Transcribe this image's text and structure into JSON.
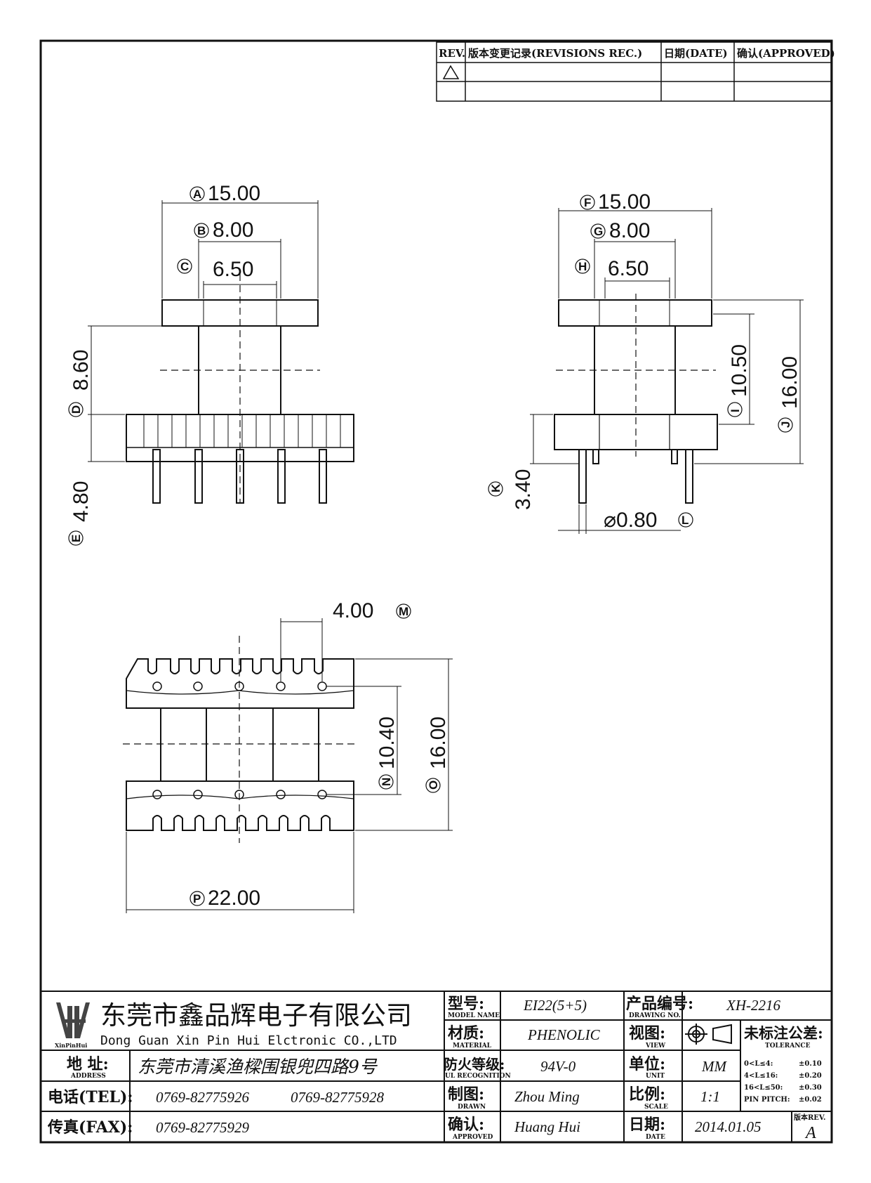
{
  "revision_table": {
    "headers": {
      "rev": "REV.",
      "record": "版本变更记录(REVISIONS REC.)",
      "date": "日期(DATE)",
      "approved": "确认(APPROVED)"
    },
    "rows": [
      {
        "rev_symbol": "triangle-1",
        "record": "",
        "date": "",
        "approved": ""
      },
      {
        "rev": "",
        "record": "",
        "date": "",
        "approved": ""
      }
    ]
  },
  "front_view": {
    "dim_a": "15.00",
    "tag_a": "A",
    "dim_b": "8.00",
    "tag_b": "B",
    "dim_c": "6.50",
    "tag_c": "C",
    "dim_d": "8.60",
    "tag_d": "D",
    "dim_e": "4.80",
    "tag_e": "E"
  },
  "side_view": {
    "dim_f": "15.00",
    "tag_f": "F",
    "dim_g": "8.00",
    "tag_g": "G",
    "dim_h": "6.50",
    "tag_h": "H",
    "dim_i": "10.50",
    "tag_i": "I",
    "dim_j": "16.00",
    "tag_j": "J",
    "dim_k": "3.40",
    "tag_k": "K",
    "dim_l": "⌀0.80",
    "tag_l": "L"
  },
  "bottom_view": {
    "dim_m": "4.00",
    "tag_m": "M",
    "dim_n": "10.40",
    "tag_n": "N",
    "dim_o": "16.00",
    "tag_o": "O",
    "dim_p": "22.00",
    "tag_p": "P"
  },
  "title_block": {
    "logo_text": "XinPinHui",
    "company_cn": "东莞市鑫品辉电子有限公司",
    "company_en": "Dong Guan Xin Pin Hui Elctronic CO.,LTD",
    "address_label": "地  址:",
    "address_sub": "ADDRESS",
    "address": "东莞市清溪渔樑围银兜四路9号",
    "tel_label": "电话(TEL):",
    "tel1": "0769-82775926",
    "tel2": "0769-82775928",
    "fax_label": "传真(FAX):",
    "fax": "0769-82775929",
    "model_label": "型号:",
    "model_sub": "MODEL NAME",
    "model": "EI22(5+5)",
    "material_label": "材质:",
    "material_sub": "MATERIAL",
    "material": "PHENOLIC",
    "fire_label": "防火等级:",
    "fire_sub": "UL RECOGNITION",
    "fire": "94V-0",
    "drawn_label": "制图:",
    "drawn_sub": "DRAWN",
    "drawn": "Zhou Ming",
    "approved_label": "确认:",
    "approved_sub": "APPROVED",
    "approved": "Huang Hui",
    "drawing_no_label": "产品编号:",
    "drawing_no_sub": "DRAWING NO.",
    "drawing_no": "XH-2216",
    "view_label": "视图:",
    "view_sub": "VIEW",
    "unit_label": "单位:",
    "unit_sub": "UNIT",
    "unit": "MM",
    "scale_label": "比例:",
    "scale_sub": "SCALE",
    "scale": "1:1",
    "date_label": "日期:",
    "date_sub": "DATE",
    "date": "2014.01.05",
    "tolerance_label": "未标注公差:",
    "tolerance_sub": "TOLERANCE",
    "tolerances": [
      {
        "range": "0<L≤4:",
        "value": "±0.10"
      },
      {
        "range": "4<L≤16:",
        "value": "±0.20"
      },
      {
        "range": "16<L≤50:",
        "value": "±0.30"
      },
      {
        "range": "PIN PITCH:",
        "value": "±0.02"
      }
    ],
    "rev_label": "版本REV.",
    "rev": "A"
  }
}
